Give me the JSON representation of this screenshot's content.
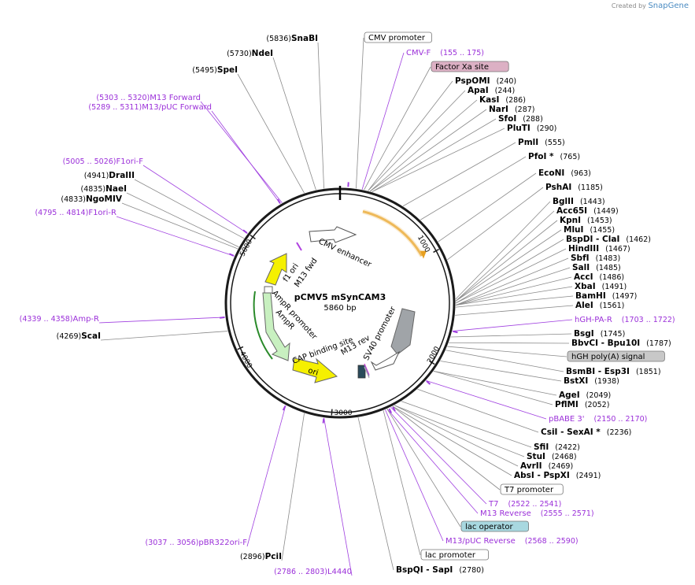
{
  "credit": {
    "prefix": "Created by",
    "brand": "SnapGene"
  },
  "center": {
    "name": "pCMV5 mSynCAM3",
    "size": "5860 bp"
  },
  "ticks": [
    "1000",
    "2000",
    "3000",
    "4000",
    "5000"
  ],
  "left_labels": [
    {
      "pos": "(5836)",
      "name": "SnaBI",
      "type": "enzyme"
    },
    {
      "pos": "(5730)",
      "name": "NdeI",
      "type": "enzyme"
    },
    {
      "pos": "(5495)",
      "name": "SpeI",
      "type": "enzyme"
    },
    {
      "pos": "(5303 .. 5320)",
      "name": "M13 Forward",
      "type": "primer"
    },
    {
      "pos": "(5289 .. 5311)",
      "name": "M13/pUC Forward",
      "type": "primer"
    },
    {
      "pos": "(5005 .. 5026)",
      "name": "F1ori-F",
      "type": "primer"
    },
    {
      "pos": "(4941)",
      "name": "DraIII",
      "type": "enzyme"
    },
    {
      "pos": "(4835)",
      "name": "NaeI",
      "type": "enzyme"
    },
    {
      "pos": "(4833)",
      "name": "NgoMIV",
      "type": "enzyme"
    },
    {
      "pos": "(4795 .. 4814)",
      "name": "F1ori-R",
      "type": "primer"
    },
    {
      "pos": "(4339 .. 4358)",
      "name": "Amp-R",
      "type": "primer"
    },
    {
      "pos": "(4269)",
      "name": "ScaI",
      "type": "enzyme"
    },
    {
      "pos": "(3037 .. 3056)",
      "name": "pBR322ori-F",
      "type": "primer"
    },
    {
      "pos": "(2896)",
      "name": "PciI",
      "type": "enzyme"
    },
    {
      "pos": "(2786 .. 2803)",
      "name": "L4440",
      "type": "primer"
    }
  ],
  "right_labels": [
    {
      "name": "CMV promoter",
      "type": "box"
    },
    {
      "name": "CMV-F",
      "pos": "(155 .. 175)",
      "type": "primer"
    },
    {
      "name": "Factor Xa site",
      "type": "pinkbox"
    },
    {
      "name": "PspOMI",
      "pos": "(240)",
      "type": "enzyme"
    },
    {
      "name": "ApaI",
      "pos": "(244)",
      "type": "enzyme"
    },
    {
      "name": "KasI",
      "pos": "(286)",
      "type": "enzyme"
    },
    {
      "name": "NarI",
      "pos": "(287)",
      "type": "enzyme"
    },
    {
      "name": "SfoI",
      "pos": "(288)",
      "type": "enzyme"
    },
    {
      "name": "PluTI",
      "pos": "(290)",
      "type": "enzyme"
    },
    {
      "name": "PmlI",
      "pos": "(555)",
      "type": "enzyme"
    },
    {
      "name": "PfoI *",
      "pos": "(765)",
      "type": "enzyme"
    },
    {
      "name": "EcoNI",
      "pos": "(963)",
      "type": "enzyme"
    },
    {
      "name": "PshAI",
      "pos": "(1185)",
      "type": "enzyme"
    },
    {
      "name": "BglII",
      "pos": "(1443)",
      "type": "enzyme"
    },
    {
      "name": "Acc65I",
      "pos": "(1449)",
      "type": "enzyme"
    },
    {
      "name": "KpnI",
      "pos": "(1453)",
      "type": "enzyme"
    },
    {
      "name": "MluI",
      "pos": "(1455)",
      "type": "enzyme"
    },
    {
      "name": "BspDI - ClaI",
      "pos": "(1462)",
      "type": "enzyme"
    },
    {
      "name": "HindIII",
      "pos": "(1467)",
      "type": "enzyme"
    },
    {
      "name": "SbfI",
      "pos": "(1483)",
      "type": "enzyme"
    },
    {
      "name": "SalI",
      "pos": "(1485)",
      "type": "enzyme"
    },
    {
      "name": "AccI",
      "pos": "(1486)",
      "type": "enzyme"
    },
    {
      "name": "XbaI",
      "pos": "(1491)",
      "type": "enzyme"
    },
    {
      "name": "BamHI",
      "pos": "(1497)",
      "type": "enzyme"
    },
    {
      "name": "AleI",
      "pos": "(1561)",
      "type": "enzyme"
    },
    {
      "name": "hGH-PA-R",
      "pos": "(1703 .. 1722)",
      "type": "primer"
    },
    {
      "name": "BsgI",
      "pos": "(1745)",
      "type": "enzyme"
    },
    {
      "name": "BbvCI - Bpu10I",
      "pos": "(1787)",
      "type": "enzyme"
    },
    {
      "name": "hGH poly(A) signal",
      "type": "graybox"
    },
    {
      "name": "BsmBI - Esp3I",
      "pos": "(1851)",
      "type": "enzyme"
    },
    {
      "name": "BstXI",
      "pos": "(1938)",
      "type": "enzyme"
    },
    {
      "name": "AgeI",
      "pos": "(2049)",
      "type": "enzyme"
    },
    {
      "name": "PflMI",
      "pos": "(2052)",
      "type": "enzyme"
    },
    {
      "name": "pBABE 3'",
      "pos": "(2150 .. 2170)",
      "type": "primer"
    },
    {
      "name": "CsiI - SexAI *",
      "pos": "(2236)",
      "type": "enzyme"
    },
    {
      "name": "SfiI",
      "pos": "(2422)",
      "type": "enzyme"
    },
    {
      "name": "StuI",
      "pos": "(2468)",
      "type": "enzyme"
    },
    {
      "name": "AvrII",
      "pos": "(2469)",
      "type": "enzyme"
    },
    {
      "name": "AbsI - PspXI",
      "pos": "(2491)",
      "type": "enzyme"
    },
    {
      "name": "T7 promoter",
      "type": "box"
    },
    {
      "name": "T7",
      "pos": "(2522 .. 2541)",
      "type": "primer"
    },
    {
      "name": "M13 Reverse",
      "pos": "(2555 .. 2571)",
      "type": "primer"
    },
    {
      "name": "lac operator",
      "type": "bluebox"
    },
    {
      "name": "M13/pUC Reverse",
      "pos": "(2568 .. 2590)",
      "type": "primer"
    },
    {
      "name": "lac promoter",
      "type": "box"
    },
    {
      "name": "BspQI - SapI",
      "pos": "(2780)",
      "type": "enzyme"
    }
  ],
  "features": [
    {
      "name": "CMV enhancer"
    },
    {
      "name": "M13 fwd"
    },
    {
      "name": "f1 ori"
    },
    {
      "name": "AmpR promoter"
    },
    {
      "name": "AmpR"
    },
    {
      "name": "CAP binding site"
    },
    {
      "name": "ori"
    },
    {
      "name": "M13 rev"
    },
    {
      "name": "SV40 promoter"
    }
  ],
  "colors": {
    "primer": "#9b30d9",
    "enzyme": "#000000",
    "backbone": "#1a1a1a",
    "insert": "#e8a020",
    "yellow": "#f5f000",
    "green": "#c8f0c0",
    "gray": "#a0a4a8"
  }
}
